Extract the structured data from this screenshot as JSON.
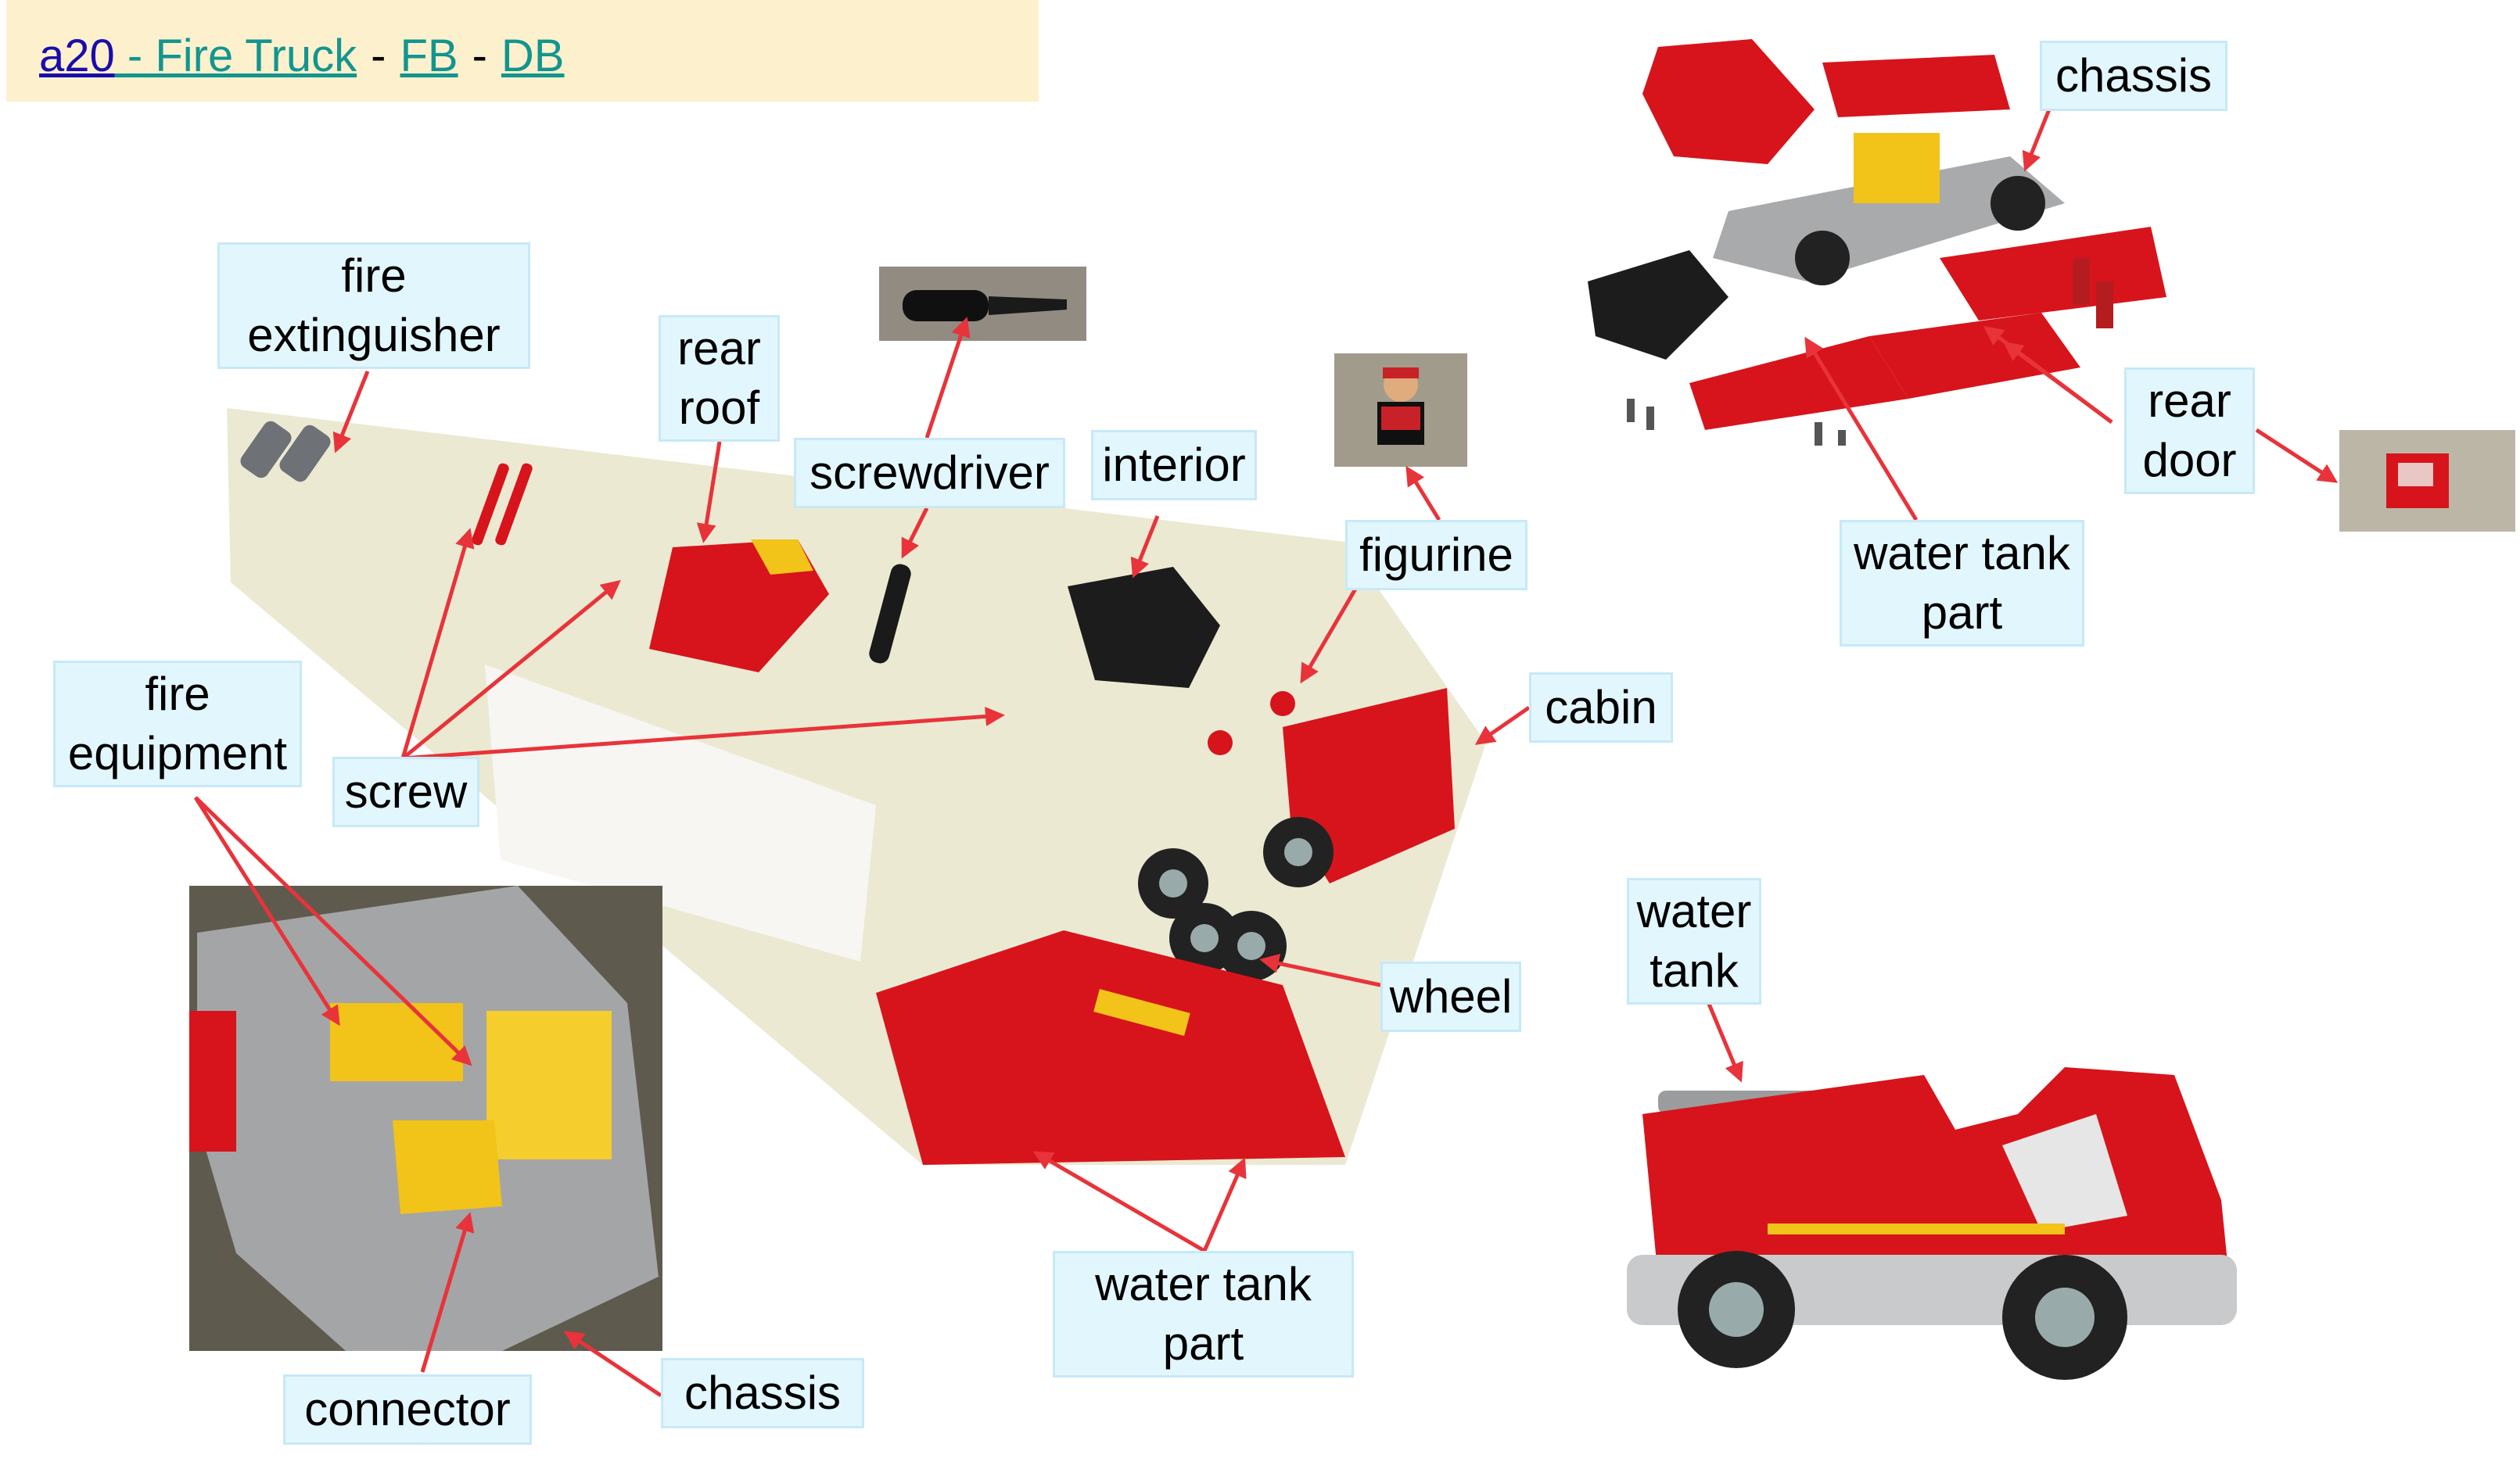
{
  "header": {
    "code": "a20",
    "title": " - Fire Truck",
    "sep1": "-",
    "fb": "FB",
    "sep2": "-",
    "db": "DB"
  },
  "labels": {
    "fire_extinguisher": "fire\nextinguisher",
    "rear_roof": "rear\nroof",
    "screwdriver": "screwdriver",
    "interior": "interior",
    "figurine": "figurine",
    "cabin": "cabin",
    "fire_equipment": "fire\nequipment",
    "screw": "screw",
    "wheel": "wheel",
    "water_tank_part_bottom": "water tank\npart",
    "connector": "connector",
    "chassis_bottom": "chassis",
    "chassis_top": "chassis",
    "rear_door": "rear\ndoor",
    "water_tank_part_top": "water tank\npart",
    "water_tank": "water\ntank"
  },
  "colors": {
    "arrow": "#e8333a",
    "label_bg": "#e2f6fd",
    "header_bg": "#fdf1cd",
    "toy_red": "#d7141b",
    "toy_yellow": "#f2c318",
    "toy_grey": "#a9aaab",
    "table_bg": "#ece9d3"
  }
}
